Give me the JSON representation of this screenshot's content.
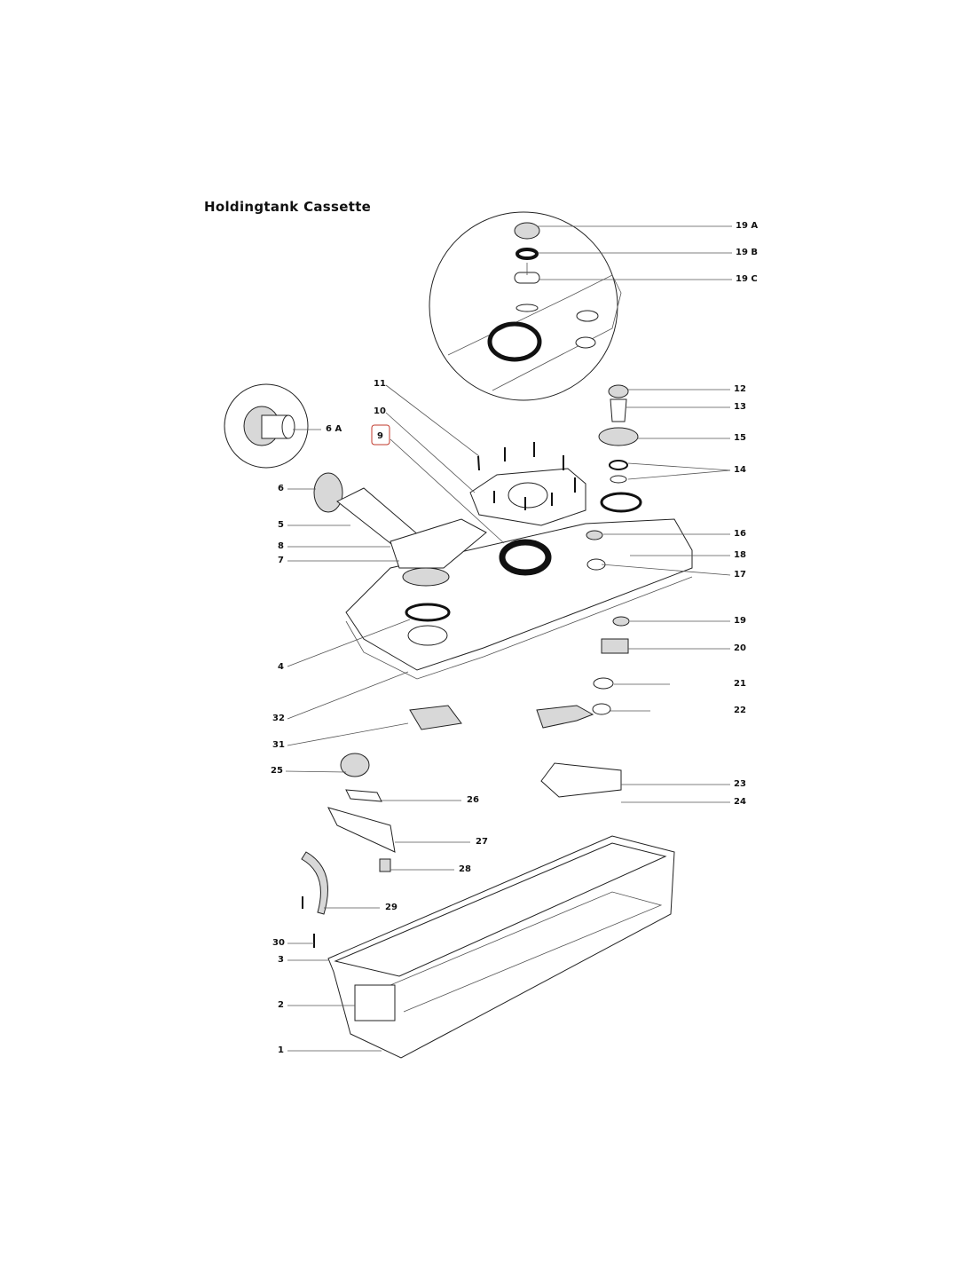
{
  "title": "Holdingtank Cassette",
  "highlight_color": "#c0392b",
  "parts": {
    "p19a": "19 A",
    "p19b": "19 B",
    "p19c": "19 C",
    "p12": "12",
    "p13": "13",
    "p15": "15",
    "p14": "14",
    "p16": "16",
    "p18": "18",
    "p17": "17",
    "p19": "19",
    "p20": "20",
    "p21": "21",
    "p22": "22",
    "p23": "23",
    "p24": "24",
    "p11": "11",
    "p10": "10",
    "p9": "9",
    "p6a": "6 A",
    "p6": "6",
    "p5": "5",
    "p8": "8",
    "p7": "7",
    "p4": "4",
    "p32": "32",
    "p31": "31",
    "p25": "25",
    "p26": "26",
    "p27": "27",
    "p28": "28",
    "p29": "29",
    "p30": "30",
    "p3": "3",
    "p2": "2",
    "p1": "1"
  }
}
